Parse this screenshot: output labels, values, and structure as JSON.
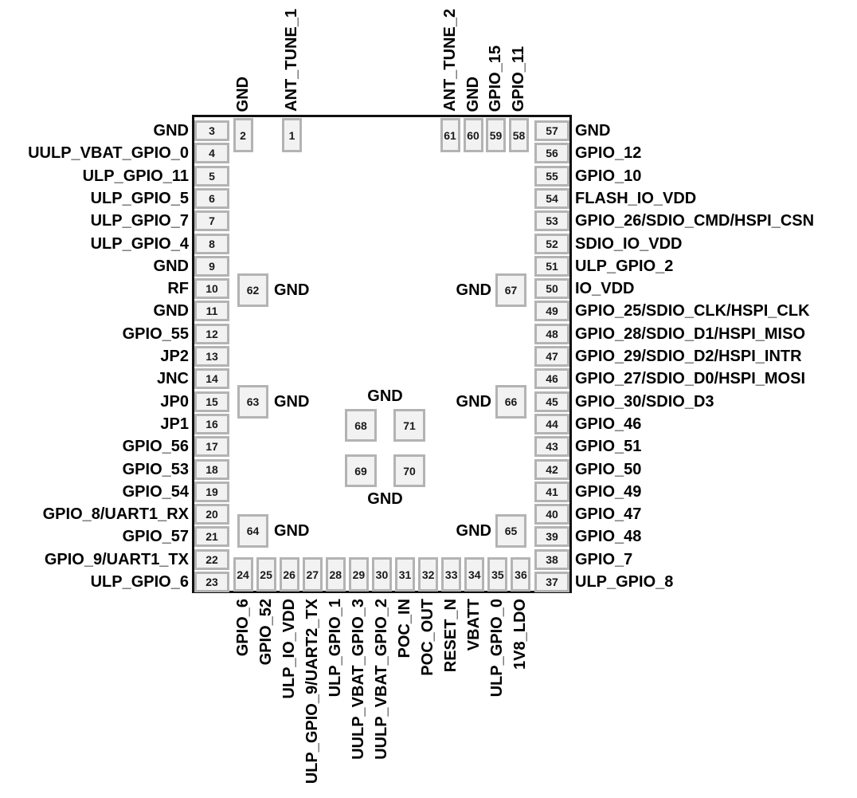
{
  "colors": {
    "background": "#ffffff",
    "chip_border": "#111111",
    "pad_fill": "#f2f2f2",
    "pad_border": "#b3b3b3",
    "text": "#000000"
  },
  "pins": {
    "left": [
      {
        "num": "3",
        "label": "GND"
      },
      {
        "num": "4",
        "label": "UULP_VBAT_GPIO_0"
      },
      {
        "num": "5",
        "label": "ULP_GPIO_11"
      },
      {
        "num": "6",
        "label": "ULP_GPIO_5"
      },
      {
        "num": "7",
        "label": "ULP_GPIO_7"
      },
      {
        "num": "8",
        "label": "ULP_GPIO_4"
      },
      {
        "num": "9",
        "label": "GND"
      },
      {
        "num": "10",
        "label": "RF"
      },
      {
        "num": "11",
        "label": "GND"
      },
      {
        "num": "12",
        "label": "GPIO_55"
      },
      {
        "num": "13",
        "label": "JP2"
      },
      {
        "num": "14",
        "label": "JNC"
      },
      {
        "num": "15",
        "label": "JP0"
      },
      {
        "num": "16",
        "label": "JP1"
      },
      {
        "num": "17",
        "label": "GPIO_56"
      },
      {
        "num": "18",
        "label": "GPIO_53"
      },
      {
        "num": "19",
        "label": "GPIO_54"
      },
      {
        "num": "20",
        "label": "GPIO_8/UART1_RX"
      },
      {
        "num": "21",
        "label": "GPIO_57"
      },
      {
        "num": "22",
        "label": "GPIO_9/UART1_TX"
      },
      {
        "num": "23",
        "label": "ULP_GPIO_6"
      }
    ],
    "right": [
      {
        "num": "57",
        "label": "GND"
      },
      {
        "num": "56",
        "label": "GPIO_12"
      },
      {
        "num": "55",
        "label": "GPIO_10"
      },
      {
        "num": "54",
        "label": "FLASH_IO_VDD"
      },
      {
        "num": "53",
        "label": "GPIO_26/SDIO_CMD/HSPI_CSN"
      },
      {
        "num": "52",
        "label": "SDIO_IO_VDD"
      },
      {
        "num": "51",
        "label": "ULP_GPIO_2"
      },
      {
        "num": "50",
        "label": "IO_VDD"
      },
      {
        "num": "49",
        "label": "GPIO_25/SDIO_CLK/HSPI_CLK"
      },
      {
        "num": "48",
        "label": "GPIO_28/SDIO_D1/HSPI_MISO"
      },
      {
        "num": "47",
        "label": "GPIO_29/SDIO_D2/HSPI_INTR"
      },
      {
        "num": "46",
        "label": "GPIO_27/SDIO_D0/HSPI_MOSI"
      },
      {
        "num": "45",
        "label": "GPIO_30/SDIO_D3"
      },
      {
        "num": "44",
        "label": "GPIO_46"
      },
      {
        "num": "43",
        "label": "GPIO_51"
      },
      {
        "num": "42",
        "label": "GPIO_50"
      },
      {
        "num": "41",
        "label": "GPIO_49"
      },
      {
        "num": "40",
        "label": "GPIO_47"
      },
      {
        "num": "39",
        "label": "GPIO_48"
      },
      {
        "num": "38",
        "label": "GPIO_7"
      },
      {
        "num": "37",
        "label": "ULP_GPIO_8"
      }
    ],
    "top": [
      {
        "num": "2",
        "label": "GND"
      },
      {
        "num": "1",
        "label": "ANT_TUNE_1"
      },
      {
        "num": "61",
        "label": "ANT_TUNE_2"
      },
      {
        "num": "60",
        "label": "GND"
      },
      {
        "num": "59",
        "label": "GPIO_15"
      },
      {
        "num": "58",
        "label": "GPIO_11"
      }
    ],
    "bottom": [
      {
        "num": "24",
        "label": "GPIO_6"
      },
      {
        "num": "25",
        "label": "GPIO_52"
      },
      {
        "num": "26",
        "label": "ULP_IO_VDD"
      },
      {
        "num": "27",
        "label": "ULP_GPIO_9/UART2_TX"
      },
      {
        "num": "28",
        "label": "ULP_GPIO_1"
      },
      {
        "num": "29",
        "label": "UULP_VBAT_GPIO_3"
      },
      {
        "num": "30",
        "label": "UULP_VBAT_GPIO_2"
      },
      {
        "num": "31",
        "label": "POC_IN"
      },
      {
        "num": "32",
        "label": "POC_OUT"
      },
      {
        "num": "33",
        "label": "RESET_N"
      },
      {
        "num": "34",
        "label": "VBATT"
      },
      {
        "num": "35",
        "label": "ULP_GPIO_0"
      },
      {
        "num": "36",
        "label": "1V8_LDO"
      }
    ],
    "inner_corner": [
      {
        "num": "62",
        "label": "GND",
        "label_side": "right",
        "row": 0
      },
      {
        "num": "67",
        "label": "GND",
        "label_side": "left",
        "row": 0
      },
      {
        "num": "63",
        "label": "GND",
        "label_side": "right",
        "row": 1
      },
      {
        "num": "66",
        "label": "GND",
        "label_side": "left",
        "row": 1
      },
      {
        "num": "64",
        "label": "GND",
        "label_side": "right",
        "row": 2
      },
      {
        "num": "65",
        "label": "GND",
        "label_side": "left",
        "row": 2
      }
    ],
    "center_cluster": {
      "top_label": "GND",
      "bottom_label": "GND",
      "pads": [
        {
          "num": "68"
        },
        {
          "num": "71"
        },
        {
          "num": "69"
        },
        {
          "num": "70"
        }
      ]
    }
  }
}
